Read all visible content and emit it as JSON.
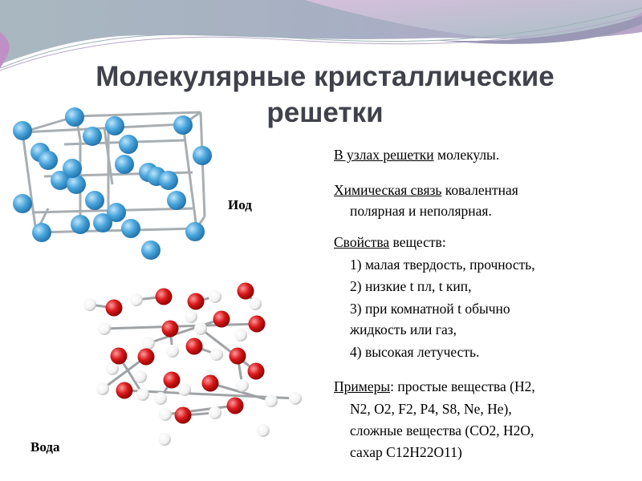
{
  "slide": {
    "title_line1": "Молекулярные кристаллические",
    "title_line2": "решетки",
    "images": {
      "iodine_label": "Иод",
      "water_label": "Вода"
    },
    "body": {
      "p1_u": "В узлах решетки",
      "p1_rest": " молекулы.",
      "p2_u": "Химическая связь",
      "p2_rest": " ковалентная",
      "p2_line2": "полярная и неполярная.",
      "p3_u": "Свойства",
      "p3_rest": " веществ:",
      "props": [
        "1) малая твердость, прочность,",
        "2) низкие t пл, t кип,",
        "3) при комнатной t обычно",
        "жидкость или газ,",
        "4) высокая летучесть."
      ],
      "p4_u": "Примеры",
      "p4_rest": ": простые вещества (H2,",
      "examples": [
        "N2, O2, F2, P4, S8, Ne, He),",
        "сложные вещества (CO2, H2O,",
        "сахар C12H22O11)"
      ]
    },
    "colors": {
      "iodine": "#4aa6dc",
      "oxygen": "#d8191c",
      "hydrogen": "#f2f2f2",
      "title": "#3f414b"
    }
  }
}
